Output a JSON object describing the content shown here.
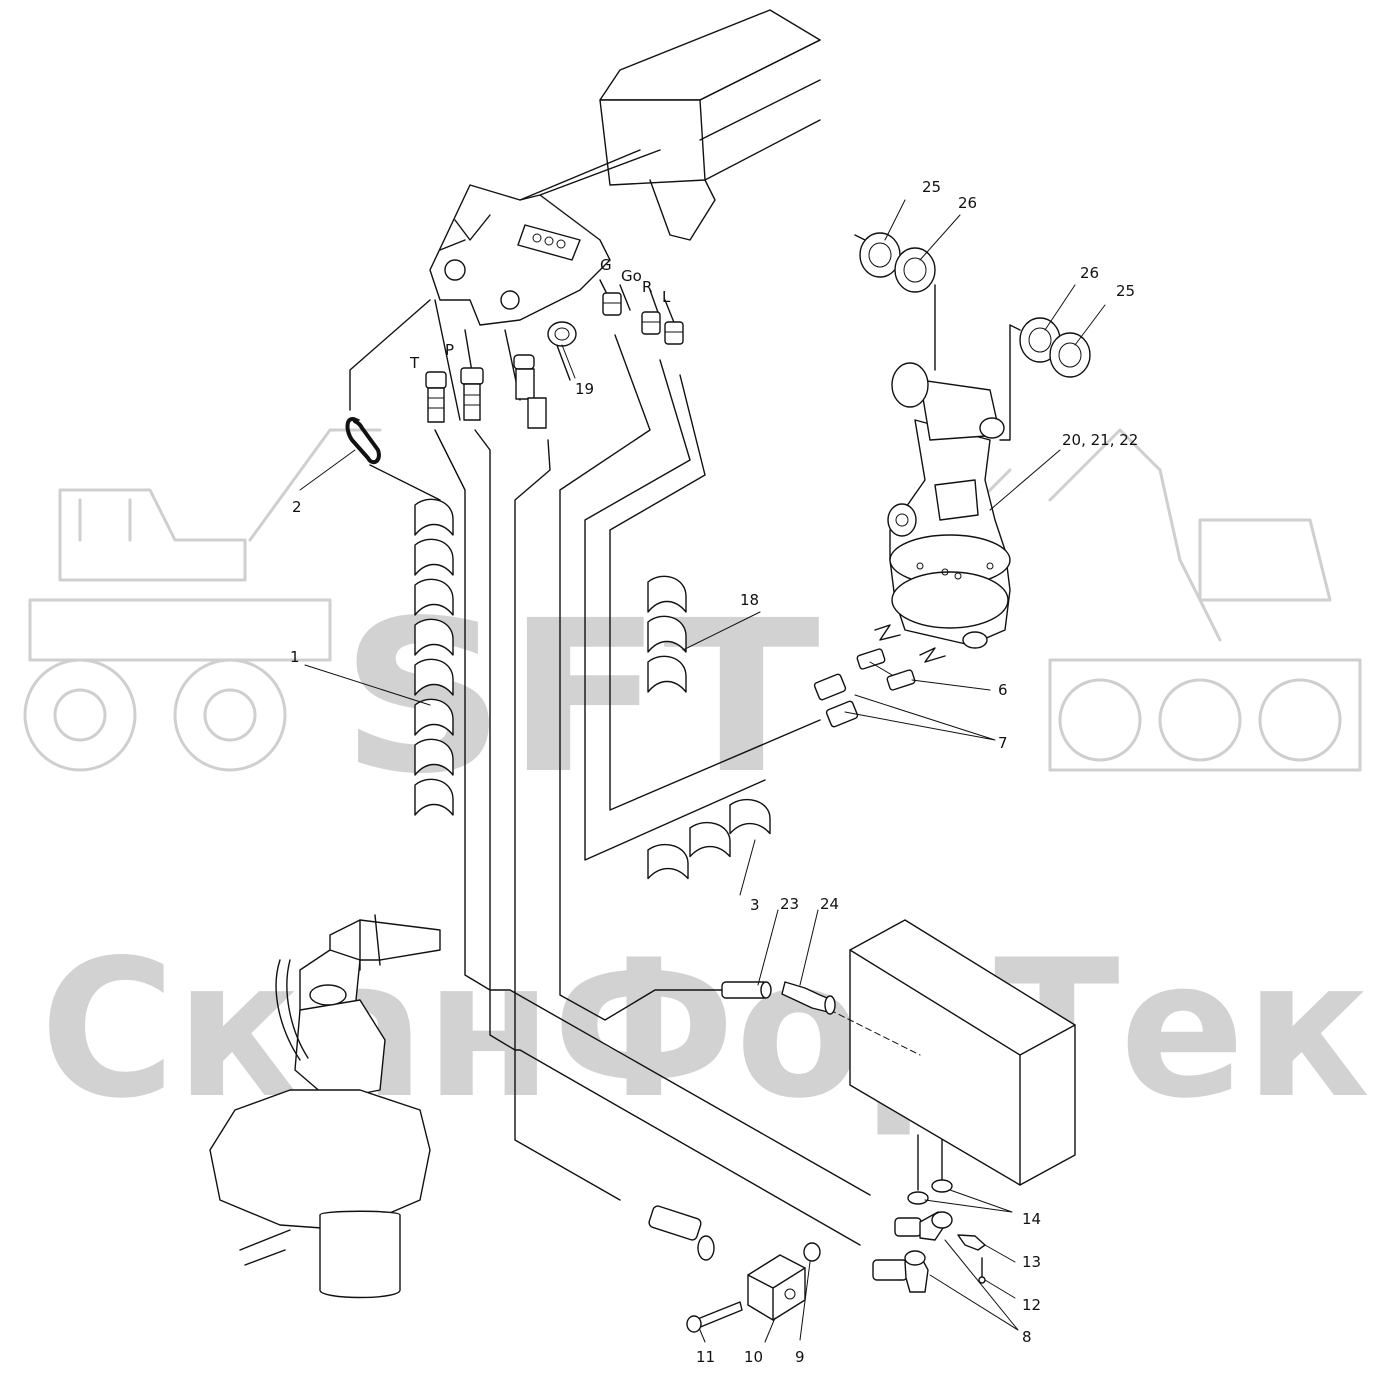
{
  "watermark": {
    "brand": "SFT",
    "company": "СканФорТек"
  },
  "callouts": [
    "1",
    "2",
    "3",
    "6",
    "7",
    "8",
    "9",
    "10",
    "11",
    "12",
    "13",
    "14",
    "18",
    "19",
    "20, 21, 22",
    "23",
    "24",
    "25",
    "25",
    "26",
    "26"
  ],
  "port_labels": [
    "T",
    "P",
    "G",
    "Go",
    "R",
    "L"
  ]
}
